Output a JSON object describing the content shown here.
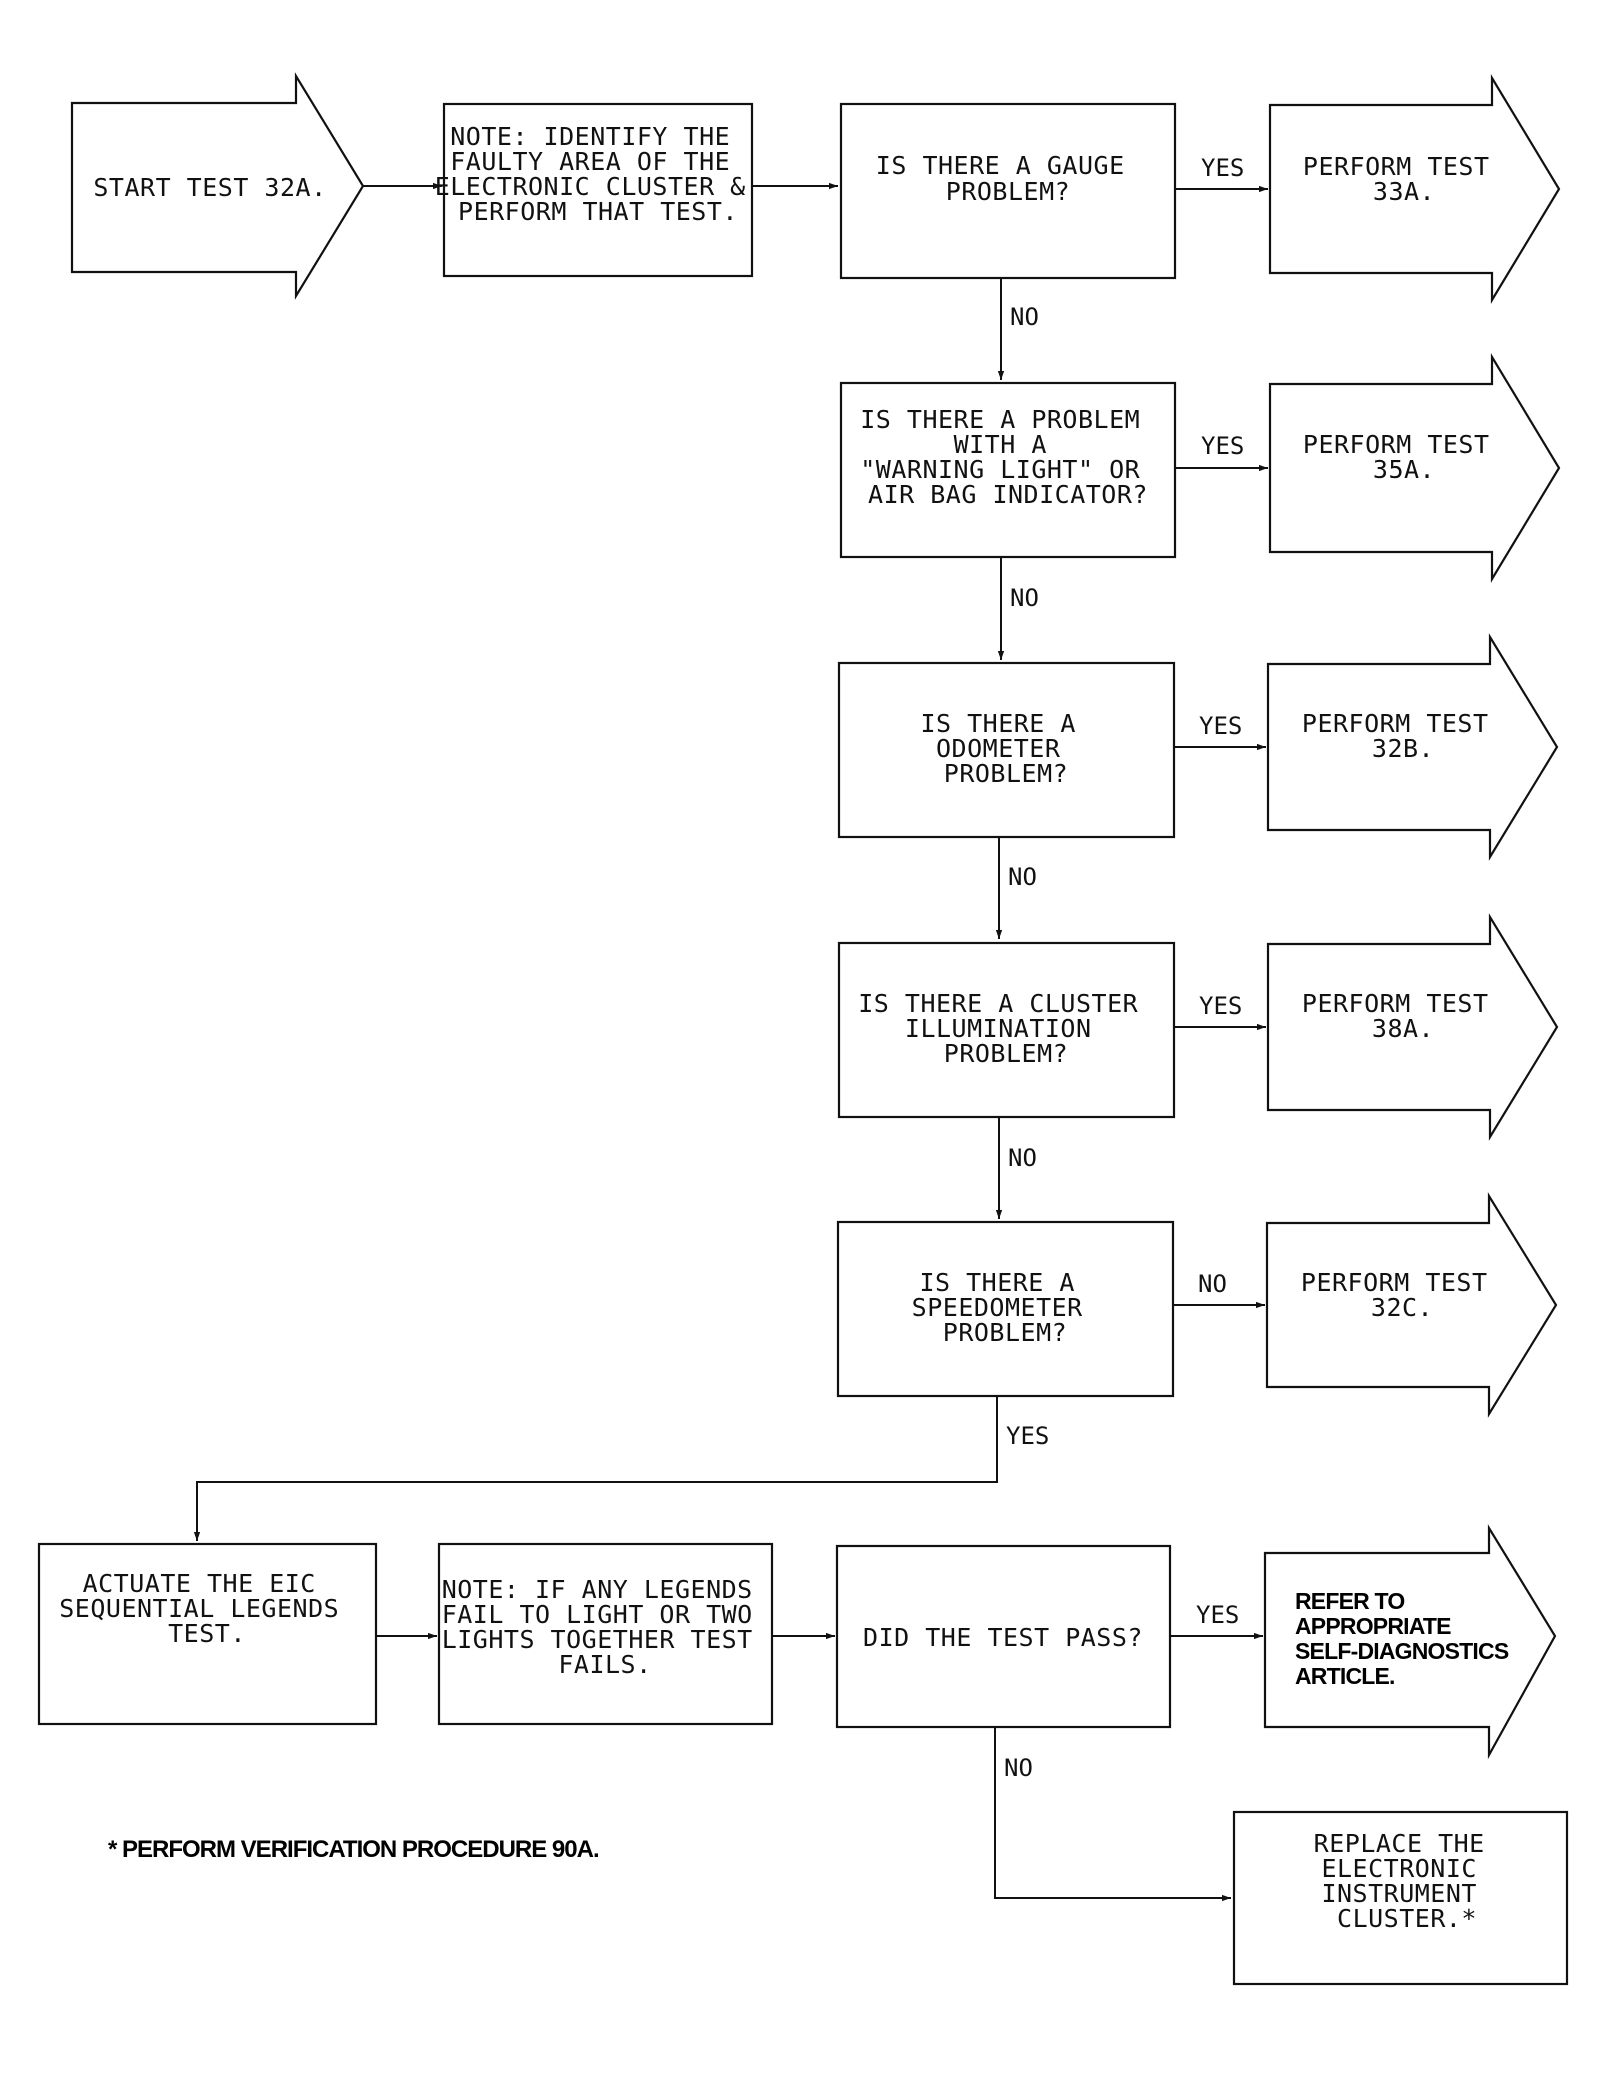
{
  "flowchart": {
    "start": "START TEST 32A.",
    "note_identify": [
      "NOTE: IDENTIFY THE",
      "FAULTY AREA OF THE",
      "ELECTRONIC CLUSTER &",
      "PERFORM THAT TEST."
    ],
    "q_gauge": [
      "IS THERE A GAUGE",
      "PROBLEM?"
    ],
    "q_warning": [
      "IS THERE A PROBLEM",
      "WITH A",
      "\"WARNING LIGHT\" OR",
      "AIR BAG INDICATOR?"
    ],
    "q_odometer": [
      "IS THERE A",
      "ODOMETER",
      "PROBLEM?"
    ],
    "q_illumination": [
      "IS THERE A CLUSTER",
      "ILLUMINATION",
      "PROBLEM?"
    ],
    "q_speedometer": [
      "IS THERE A",
      "SPEEDOMETER",
      "PROBLEM?"
    ],
    "r_33a": [
      "PERFORM TEST",
      "33A."
    ],
    "r_35a": [
      "PERFORM TEST",
      "35A."
    ],
    "r_32b": [
      "PERFORM TEST",
      "32B."
    ],
    "r_38a": [
      "PERFORM TEST",
      "38A."
    ],
    "r_32c": [
      "PERFORM TEST",
      "32C."
    ],
    "actuate": [
      "ACTUATE THE EIC",
      "SEQUENTIAL LEGENDS",
      "TEST."
    ],
    "note_legends": [
      "NOTE: IF ANY LEGENDS",
      "FAIL TO LIGHT OR TWO",
      "LIGHTS TOGETHER TEST",
      "FAILS."
    ],
    "q_pass": [
      "DID THE TEST PASS?"
    ],
    "refer": [
      "REFER TO",
      "APPROPRIATE",
      "SELF-DIAGNOSTICS",
      "ARTICLE."
    ],
    "replace": [
      "REPLACE THE",
      "ELECTRONIC",
      "INSTRUMENT",
      "CLUSTER.*"
    ],
    "yes": "YES",
    "no": "NO"
  },
  "footnote": "* PERFORM VERIFICATION PROCEDURE 90A."
}
